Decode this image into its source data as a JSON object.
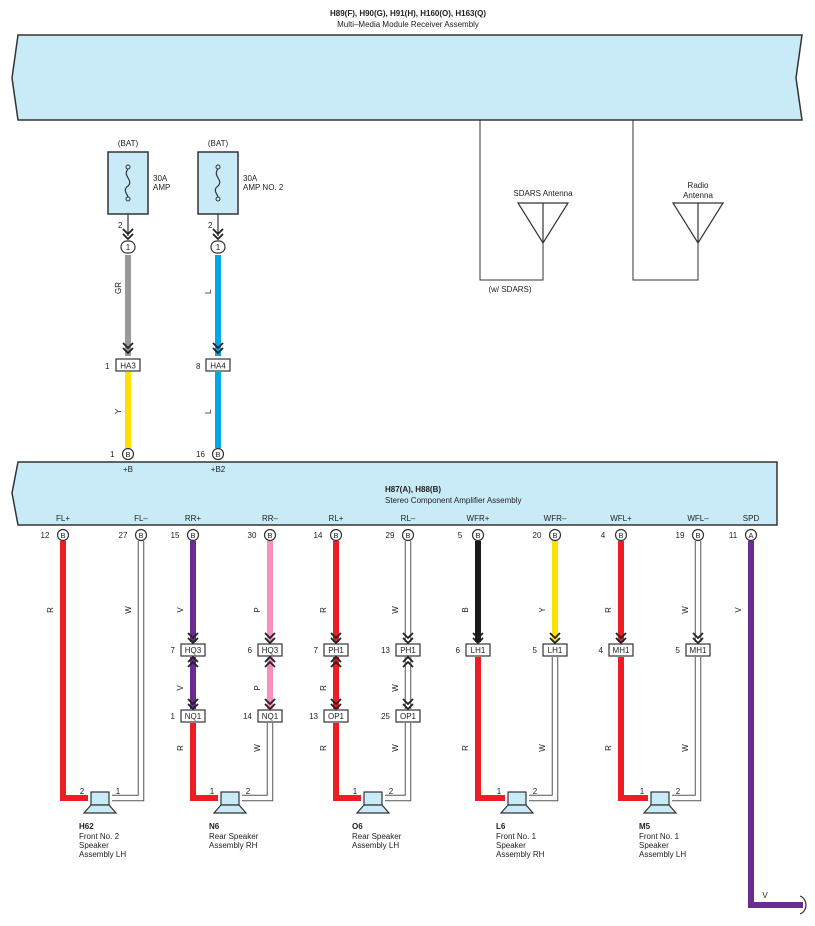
{
  "colors": {
    "module_fill": "#c9ebf8",
    "red": "#ee1c24",
    "white": "#ffffff",
    "gray": "#999999",
    "yellow": "#ffe100",
    "blue": "#00a9e6",
    "violet": "#6b2c8f",
    "pink": "#f590c0",
    "black": "#1a1a1a"
  },
  "receiver": {
    "codes": "H89(F), H90(G), H91(H), H160(O), H163(Q)",
    "name": "Multi–Media Module Receiver Assembly"
  },
  "amplifier": {
    "codes": "H87(A), H88(B)",
    "name": "Stereo Component Amplifier Assembly"
  },
  "antennas": {
    "sdars_label": "SDARS Antenna",
    "sdars_note": "(w/ SDARS)",
    "radio_label_1": "Radio",
    "radio_label_2": "Antenna"
  },
  "fuses": [
    {
      "source": "(BAT)",
      "rating": "30A",
      "name": "AMP",
      "pin": "2",
      "conn_pin": "1",
      "wire": "GR",
      "color": "gray"
    },
    {
      "source": "(BAT)",
      "rating": "30A",
      "name": "AMP NO. 2",
      "pin": "2",
      "conn_pin": "1",
      "wire": "L",
      "color": "blue"
    }
  ],
  "power_junctions": [
    {
      "pin": "1",
      "conn": "HA3",
      "wire": "Y",
      "color": "yellow",
      "amp_pin": "1",
      "amp_conn": "B",
      "label": "+B"
    },
    {
      "pin": "8",
      "conn": "HA4",
      "wire": "L",
      "color": "blue",
      "amp_pin": "16",
      "amp_conn": "B",
      "label": "+B2"
    }
  ],
  "outputs": [
    {
      "label": "FL+",
      "pin": "12",
      "conn": "B",
      "wire": "R",
      "color": "red"
    },
    {
      "label": "FL–",
      "pin": "27",
      "conn": "B",
      "wire": "W",
      "color": "white"
    },
    {
      "label": "RR+",
      "pin": "15",
      "conn": "B",
      "wire": "V",
      "color": "violet",
      "j_pin": "7",
      "j_conn": "HQ3",
      "j_wire": "V",
      "j2_pin": "1",
      "j2_conn": "NQ1",
      "wire2": "R",
      "color2": "red"
    },
    {
      "label": "RR–",
      "pin": "30",
      "conn": "B",
      "wire": "P",
      "color": "pink",
      "j_pin": "6",
      "j_conn": "HQ3",
      "j_wire": "P",
      "j2_pin": "14",
      "j2_conn": "NQ1",
      "wire2": "W",
      "color2": "white"
    },
    {
      "label": "RL+",
      "pin": "14",
      "conn": "B",
      "wire": "R",
      "color": "red",
      "j_pin": "7",
      "j_conn": "PH1",
      "j_wire": "R",
      "j2_pin": "13",
      "j2_conn": "OP1",
      "wire2": "R",
      "color2": "red"
    },
    {
      "label": "RL–",
      "pin": "29",
      "conn": "B",
      "wire": "W",
      "color": "white",
      "j_pin": "13",
      "j_conn": "PH1",
      "j_wire": "W",
      "j2_pin": "25",
      "j2_conn": "OP1",
      "wire2": "W",
      "color2": "white"
    },
    {
      "label": "WFR+",
      "pin": "5",
      "conn": "B",
      "wire": "B",
      "color": "black",
      "j_pin": "6",
      "j_conn": "LH1",
      "wire2": "R",
      "color2": "red"
    },
    {
      "label": "WFR–",
      "pin": "20",
      "conn": "B",
      "wire": "Y",
      "color": "yellow",
      "j_pin": "5",
      "j_conn": "LH1",
      "wire2": "W",
      "color2": "white"
    },
    {
      "label": "WFL+",
      "pin": "4",
      "conn": "B",
      "wire": "R",
      "color": "red",
      "j_pin": "4",
      "j_conn": "MH1",
      "wire2": "R",
      "color2": "red"
    },
    {
      "label": "WFL–",
      "pin": "19",
      "conn": "B",
      "wire": "W",
      "color": "white",
      "j_pin": "5",
      "j_conn": "MH1",
      "wire2": "W",
      "color2": "white"
    },
    {
      "label": "SPD",
      "pin": "11",
      "conn": "A",
      "wire": "V",
      "color": "violet",
      "end_wire": "V"
    }
  ],
  "speakers": [
    {
      "code": "H62",
      "lines": [
        "Front No.  2",
        "Speaker",
        "Assembly LH"
      ],
      "pin_pos": "2",
      "pin_neg": "1"
    },
    {
      "code": "N6",
      "lines": [
        "Rear Speaker",
        "Assembly RH"
      ],
      "pin_pos": "1",
      "pin_neg": "2"
    },
    {
      "code": "O6",
      "lines": [
        "Rear Speaker",
        "Assembly LH"
      ],
      "pin_pos": "1",
      "pin_neg": "2"
    },
    {
      "code": "L6",
      "lines": [
        "Front No.  1",
        "Speaker",
        "Assembly RH"
      ],
      "pin_pos": "1",
      "pin_neg": "2"
    },
    {
      "code": "M5",
      "lines": [
        "Front No.  1",
        "Speaker",
        "Assembly LH"
      ],
      "pin_pos": "1",
      "pin_neg": "2"
    }
  ]
}
